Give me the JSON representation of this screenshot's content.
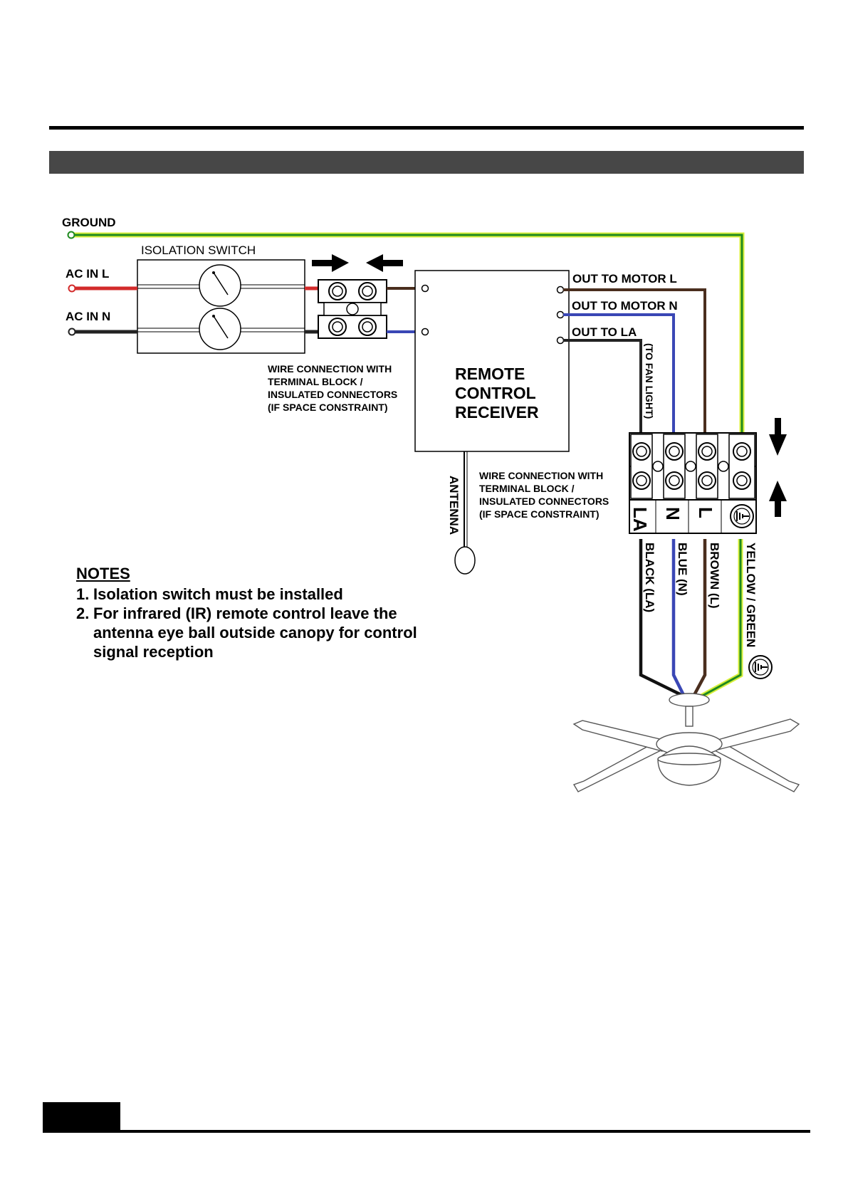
{
  "labels": {
    "ground": "GROUND",
    "isolation_switch": "ISOLATION SWITCH",
    "ac_in_l": "AC IN L",
    "ac_in_n": "AC IN N",
    "out_motor_l": "OUT TO MOTOR L",
    "out_motor_n": "OUT TO MOTOR N",
    "out_la": "OUT TO LA",
    "to_fan_light": "(TO FAN LIGHT)",
    "receiver": [
      "REMOTE",
      "CONTROL",
      "RECEIVER"
    ],
    "antenna": "ANTENNA",
    "block_note_left": [
      "WIRE CONNECTION WITH",
      "TERMINAL BLOCK /",
      "INSULATED CONNECTORS",
      "(IF SPACE CONSTRAINT)"
    ],
    "block_note_right": [
      "WIRE CONNECTION WITH",
      "TERMINAL BLOCK /",
      "INSULATED CONNECTORS",
      "(IF SPACE CONSTRAINT)"
    ],
    "terminals": [
      "LA",
      "N",
      "L"
    ],
    "wires": [
      "BLACK (LA)",
      "BLUE (N)",
      "BROWN (L)",
      "YELLOW / GREEN"
    ]
  },
  "notes": {
    "heading": "NOTES",
    "items": [
      {
        "num": "1.",
        "text": "Isolation switch must be installed"
      },
      {
        "num": "2.",
        "text": "For infrared (IR) remote control leave the antenna eye ball outside canopy for control signal reception"
      }
    ]
  },
  "colors": {
    "live": "#d32b2b",
    "neutral": "#222222",
    "brown": "#4a2e1e",
    "blue": "#3a47b5",
    "earth_green": "#1f8a1f",
    "earth_yellow": "#d8ef3a",
    "title_bar": "#474747"
  },
  "icons": [
    "arrow-right-icon",
    "arrow-left-icon",
    "arrow-down-icon",
    "arrow-up-icon",
    "ground-symbol-icon",
    "ceiling-fan-icon"
  ]
}
